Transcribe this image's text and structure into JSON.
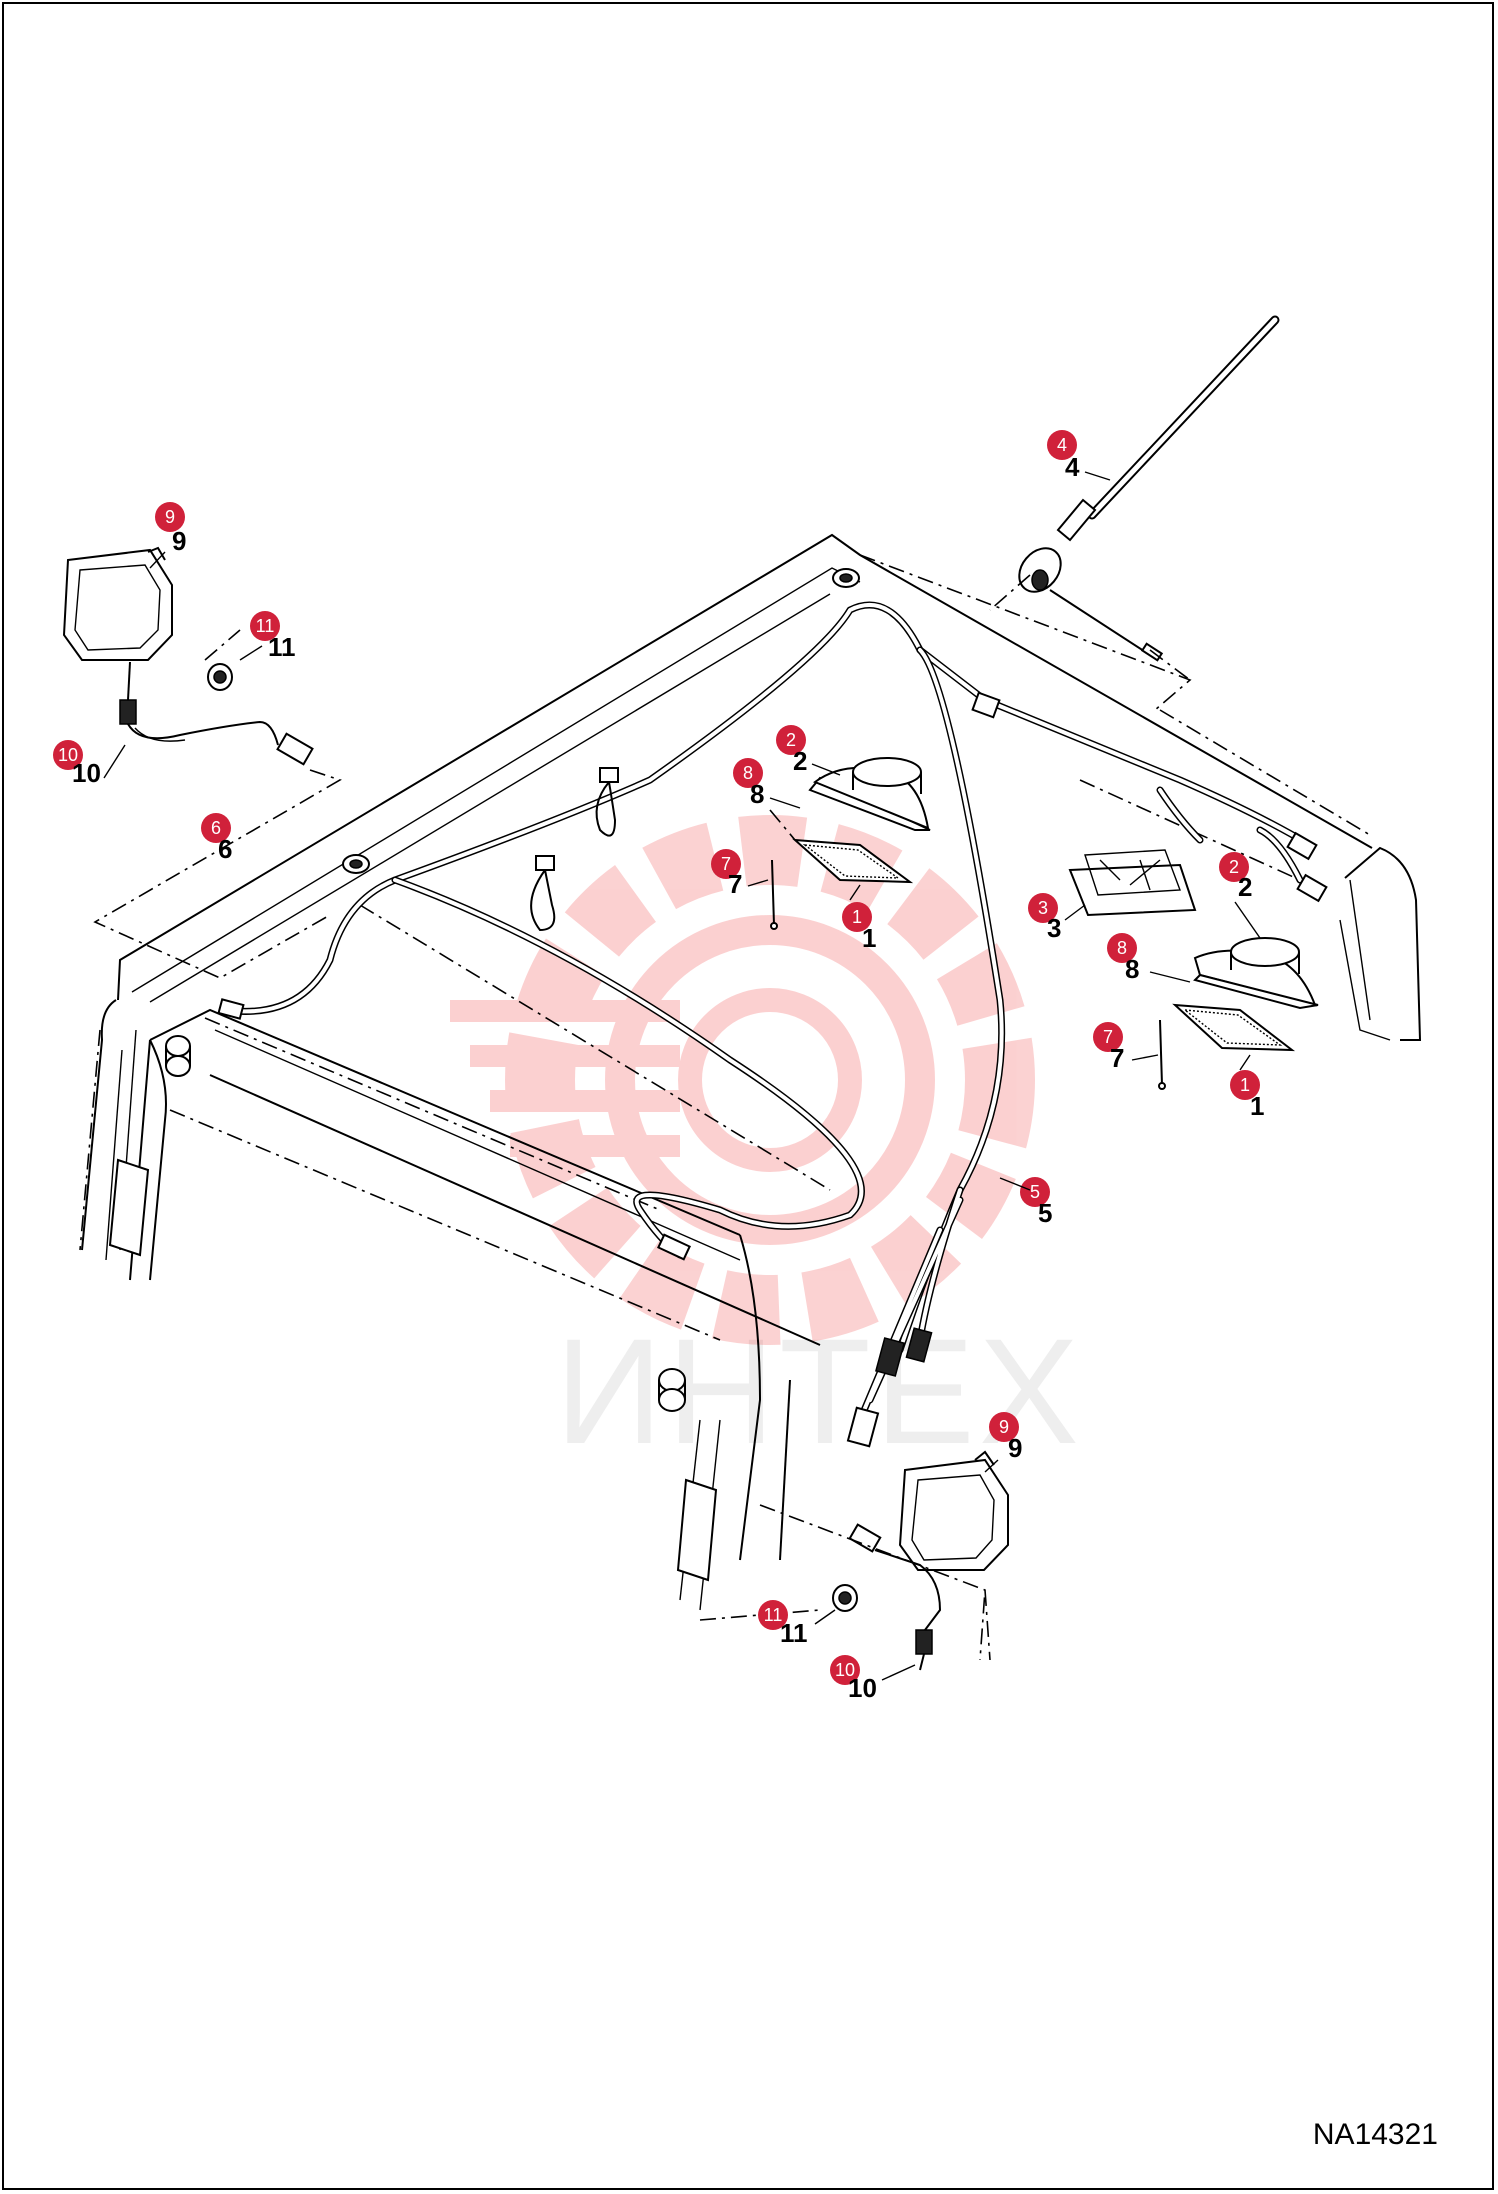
{
  "figure_code": "NA14321",
  "watermark_text": "ИНТЕХ",
  "colors": {
    "callout": "#d0213a",
    "watermark": "#f4a3a3"
  },
  "callouts": [
    {
      "id": "c9a",
      "label": "9"
    },
    {
      "id": "c11a",
      "label": "11"
    },
    {
      "id": "c10a",
      "label": "10"
    },
    {
      "id": "c6",
      "label": "6"
    },
    {
      "id": "c4",
      "label": "4"
    },
    {
      "id": "c2a",
      "label": "2"
    },
    {
      "id": "c8a",
      "label": "8"
    },
    {
      "id": "c7a",
      "label": "7"
    },
    {
      "id": "c1a",
      "label": "1"
    },
    {
      "id": "c2b",
      "label": "2"
    },
    {
      "id": "c3",
      "label": "3"
    },
    {
      "id": "c8b",
      "label": "8"
    },
    {
      "id": "c7b",
      "label": "7"
    },
    {
      "id": "c1b",
      "label": "1"
    },
    {
      "id": "c5",
      "label": "5"
    },
    {
      "id": "c9b",
      "label": "9"
    },
    {
      "id": "c11b",
      "label": "11"
    },
    {
      "id": "c10b",
      "label": "10"
    }
  ]
}
